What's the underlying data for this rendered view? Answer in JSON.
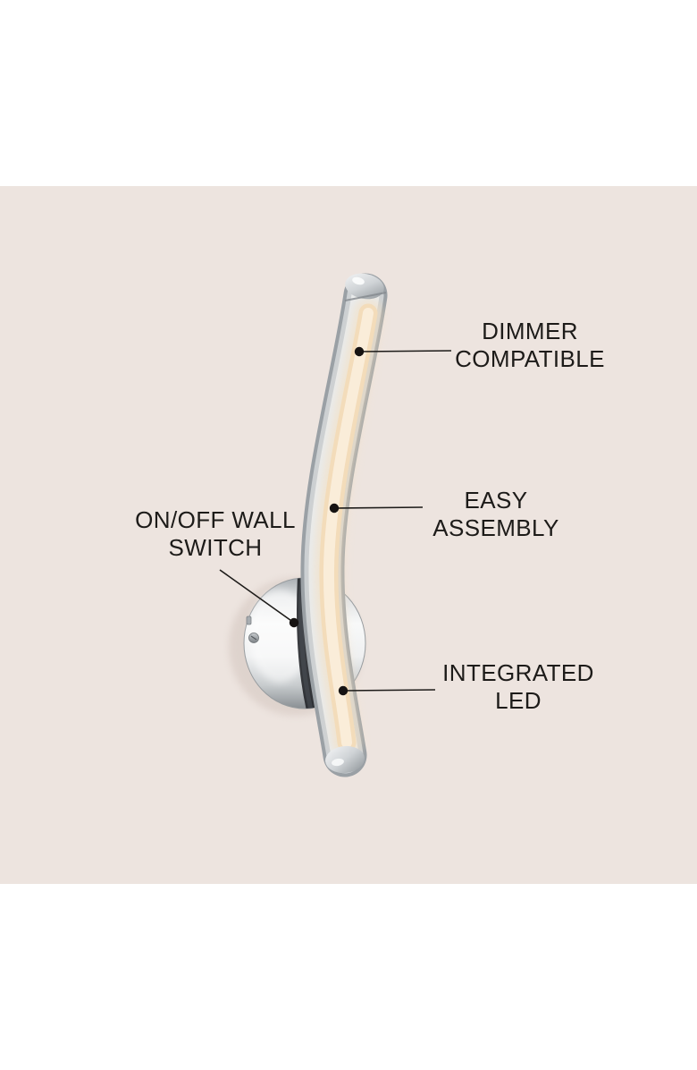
{
  "callouts": [
    {
      "id": "dimmer-compatible",
      "text": "DIMMER\nCOMPATIBLE"
    },
    {
      "id": "easy-assembly",
      "text": "EASY\nASSEMBLY"
    },
    {
      "id": "on-off-wall-switch",
      "text": "ON/OFF WALL\nSWITCH"
    },
    {
      "id": "integrated-led",
      "text": "INTEGRATED\nLED"
    }
  ],
  "colors": {
    "page_background": "#ffffff",
    "scene_background": "#ede4df",
    "label_text": "#1d1b19",
    "callout_line": "#1d1b19",
    "led_strip": "#f3dcba",
    "led_core": "#fbeedd",
    "chrome_light": "#e9ebec",
    "chrome_mid": "#ccd0d3",
    "chrome_dark": "#9aa0a5"
  }
}
